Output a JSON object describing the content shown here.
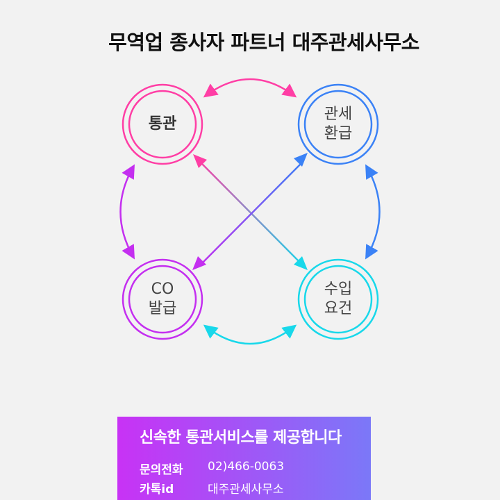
{
  "title": "무역업 종사자 파트너 대주관세사무소",
  "nodes": [
    {
      "id": "customs",
      "lines": [
        "통관"
      ],
      "color": "#ff3ea5"
    },
    {
      "id": "duty_refund",
      "lines": [
        "관세",
        "환급"
      ],
      "color": "#3b82f6"
    },
    {
      "id": "co",
      "lines": [
        "CO",
        "발급"
      ],
      "color": "#c42ff0"
    },
    {
      "id": "import_req",
      "lines": [
        "수입",
        "요건"
      ],
      "color": "#18d8ea"
    }
  ],
  "banner": {
    "headline": "신속한 통관서비스를 제공합니다",
    "rows": [
      {
        "label": "문의전화",
        "value": "02)466-0063"
      },
      {
        "label": "카톡id",
        "value": "대주관세사무소"
      }
    ]
  }
}
